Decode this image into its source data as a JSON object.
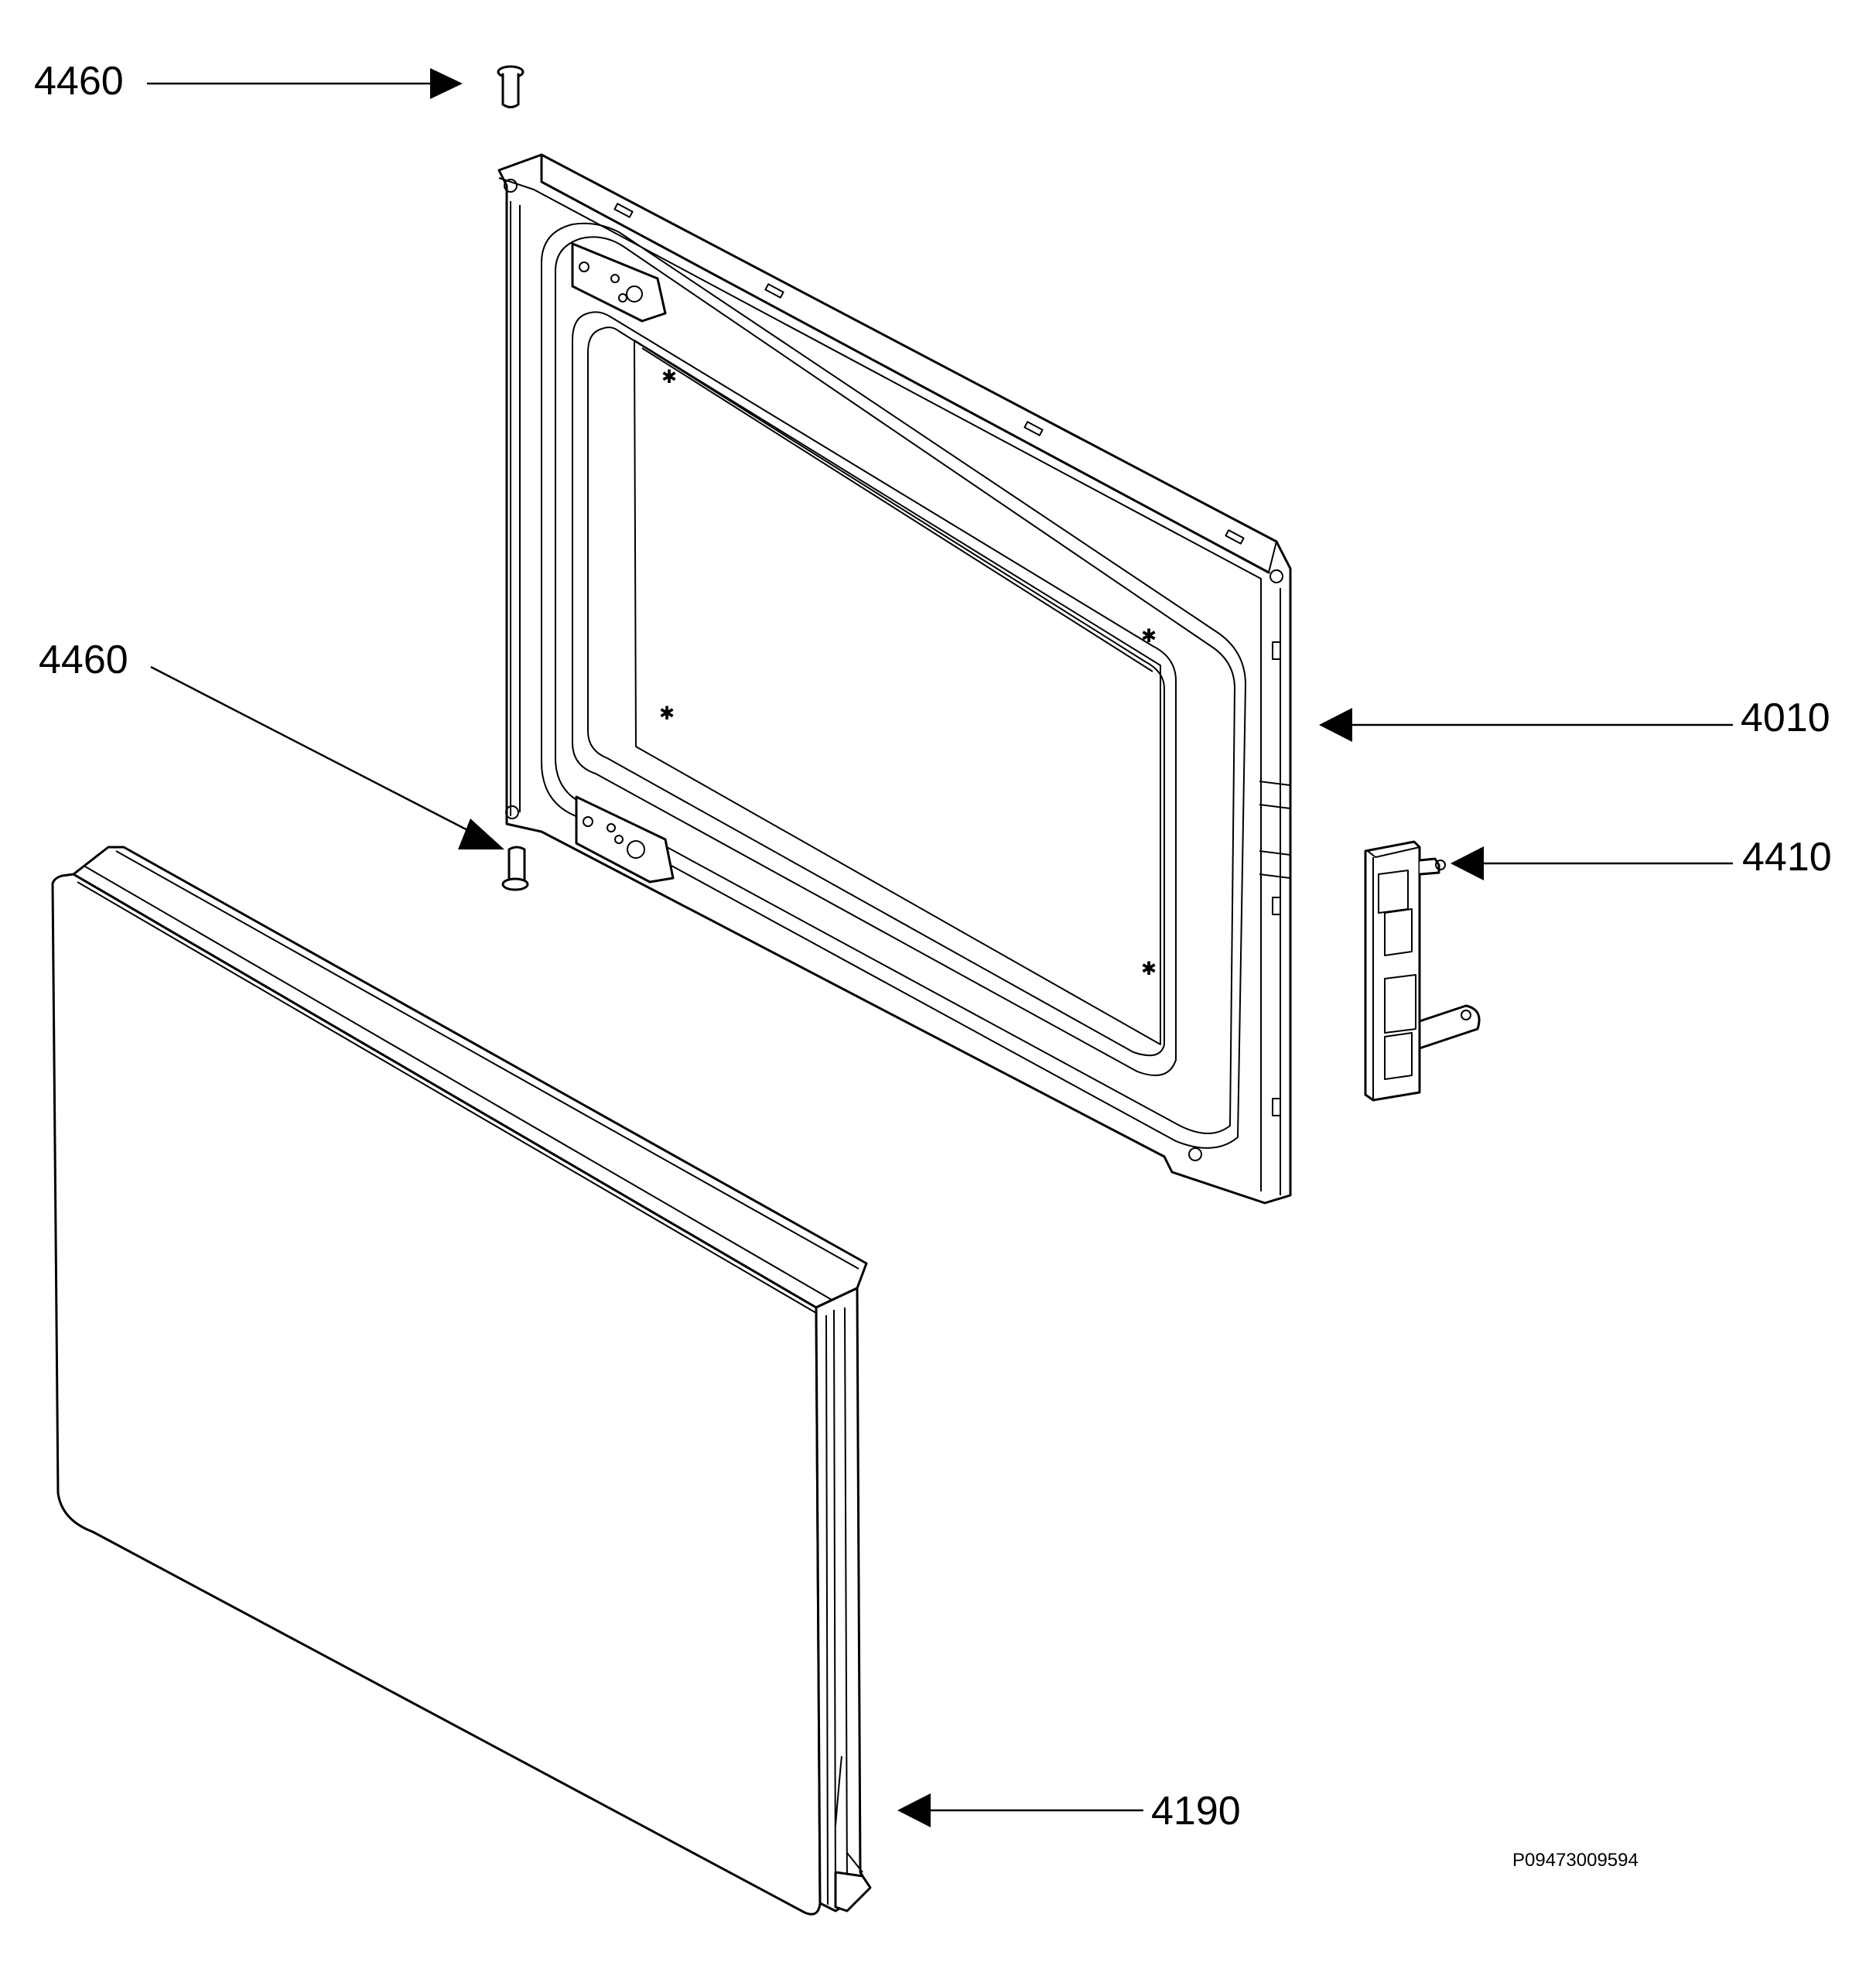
{
  "callouts": {
    "pin_top": "4460",
    "pin_left": "4460",
    "door_frame": "4010",
    "hinge_bracket": "4410",
    "door_panel": "4190"
  },
  "reference_code": "P09473009594"
}
